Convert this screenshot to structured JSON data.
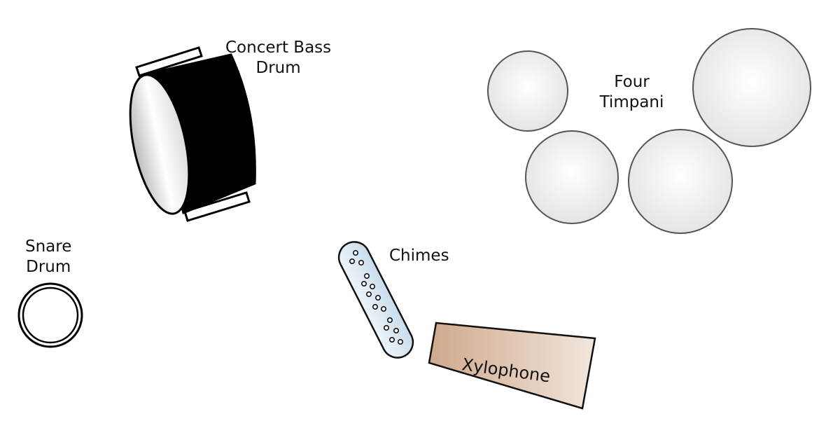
{
  "labels": {
    "bass_drum": [
      "Concert Bass",
      "Drum"
    ],
    "timpani": [
      "Four",
      "Timpani"
    ],
    "snare": [
      "Snare",
      "Drum"
    ],
    "chimes": "Chimes",
    "xylophone": "Xylophone"
  },
  "colors": {
    "bass_drum_body": "#000000",
    "timpani_fill": "#f0f0ee",
    "chimes_fill": "#d6e6f2",
    "xylophone_fill": "#d9bca5"
  }
}
